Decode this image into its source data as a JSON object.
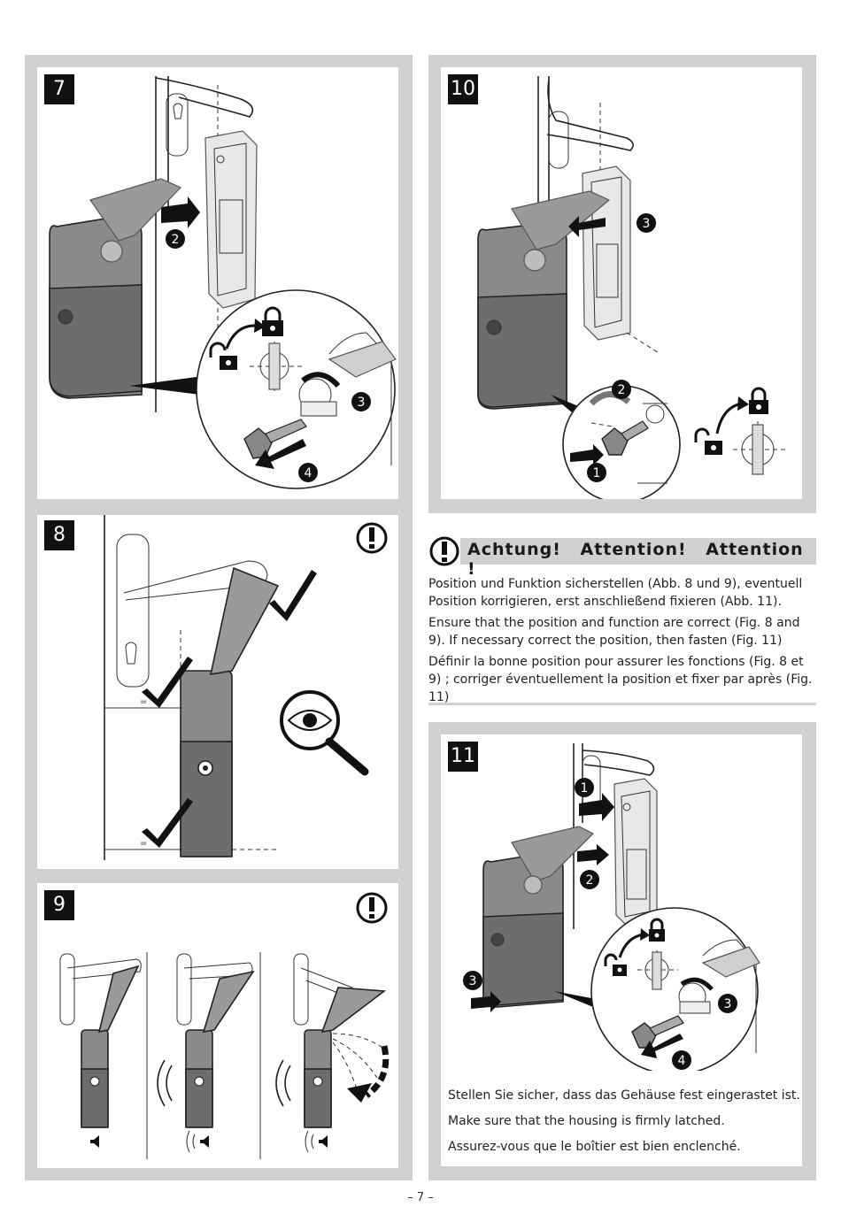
{
  "figures": {
    "fig7": {
      "number": "7",
      "steps": [
        "2",
        "3",
        "4"
      ]
    },
    "fig8": {
      "number": "8",
      "equal_marks": [
        "=",
        "="
      ]
    },
    "fig9": {
      "number": "9"
    },
    "fig10": {
      "number": "10",
      "steps": [
        "3",
        "2",
        "1"
      ]
    },
    "fig11": {
      "number": "11",
      "steps": [
        "1",
        "2",
        "3",
        "3",
        "4"
      ],
      "captions": [
        "Stellen Sie sicher, dass das Gehäuse fest eingerastet ist.",
        "Make sure that the housing is firmly latched.",
        "Assurez-vous que le boîtier est bien enclenché."
      ]
    }
  },
  "warning": {
    "title": "Achtung!   Attention!   Attention !",
    "paragraphs": [
      "Position und Funktion sicherstellen (Abb. 8 und 9), eventuell Position korrigieren, erst anschließend fixieren (Abb. 11).",
      "Ensure that the position and function are correct (Fig. 8 and 9). If necessary correct the position, then fasten (Fig. 11)",
      "Définir la bonne position pour assurer les fonctions (Fig. 8 et 9) ; corriger éventuellement la position et fixer par après (Fig. 11)"
    ]
  },
  "footer": {
    "page_number": "– 7 –"
  },
  "icons": [
    "warning-icon",
    "magnifier-eye-icon",
    "checkmark-icon",
    "padlock-locked-icon",
    "padlock-open-icon",
    "key-icon",
    "sound-wave-icon",
    "speaker-icon"
  ],
  "colors": {
    "frame": "#d1d1d1",
    "device": "#8a8a8a",
    "badge": "#111111"
  }
}
